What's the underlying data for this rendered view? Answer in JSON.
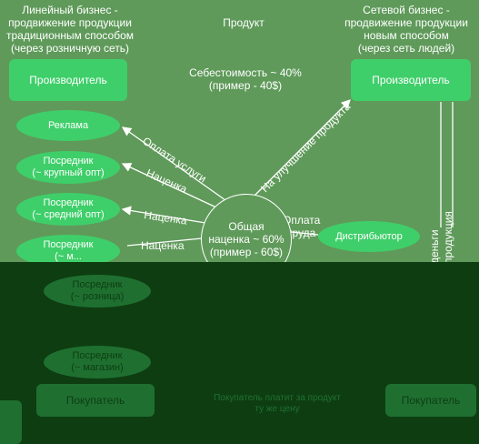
{
  "header": {
    "left": "Линейный бизнес -\nпродвижение продукции\nтрадиционным способом\n(через розничную сеть)",
    "center": "Продукт",
    "right": "Сетевой бизнес -\nпродвижение продукции\nновым способом\n(через сеть людей)"
  },
  "cost": "Себестоимость ~ 40%\n(пример - 40$)",
  "left_chain": {
    "producer": "Производитель",
    "ads": "Реклама",
    "wholesale_big": "Посредник\n(~ крупный опт)",
    "wholesale_mid": "Посредник\n(~ средний опт)",
    "wholesale_small": "Посредник\n(~ м...",
    "lower_node_1": "Посредник\n(~ розница)",
    "lower_node_2": "Посредник\n(~ магазин)",
    "lower_box": "Покупатель"
  },
  "center_node": "Общая\nнаценка ~ 60%\n(пример - 60$)",
  "edges": {
    "service_payment": "Оплата услуги",
    "markup_1": "Наценка",
    "markup_2": "Наценка",
    "markup_3": "Наценка",
    "improvement": "На улучшение продукта",
    "labor_payment": "Оплата\nтруда"
  },
  "right_chain": {
    "producer": "Производитель",
    "distributor": "Дистрибьютор",
    "vertical_1": "деньги",
    "vertical_2": "продукция",
    "lower_box": "Покупатель"
  },
  "bottom_center": "Покупатель платит за продукт\nту же цену"
}
